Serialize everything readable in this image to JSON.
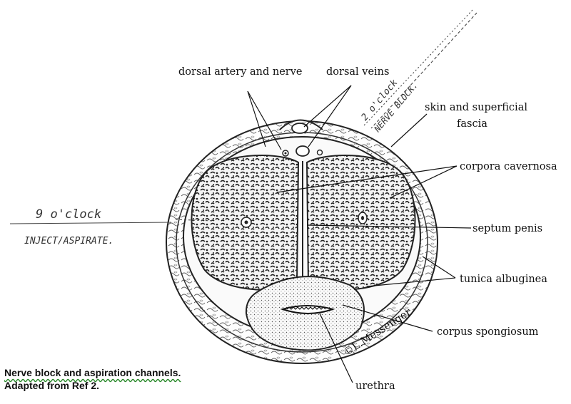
{
  "labels": {
    "dorsal_artery": "dorsal artery and nerve",
    "dorsal_veins": "dorsal veins",
    "skin_line1": "skin and superficial",
    "skin_line2": "fascia",
    "corpora_cavernosa": "corpora cavernosa",
    "septum_penis": "septum penis",
    "tunica_albuginea": "tunica albuginea",
    "corpus_spongiosum": "corpus spongiosum",
    "urethra": "urethra",
    "copyright": "©L.Messenger"
  },
  "annotations": {
    "nine_oclock_line1": "9 o'clock",
    "nine_oclock_line2": "INJECT/ASPIRATE.",
    "two_oclock_line1": "2 o'clock",
    "two_oclock_line2": "NERVE BLOCK."
  },
  "caption": {
    "line1": "Nerve block and aspiration channels.",
    "line2": "Adapted from Ref 2."
  }
}
